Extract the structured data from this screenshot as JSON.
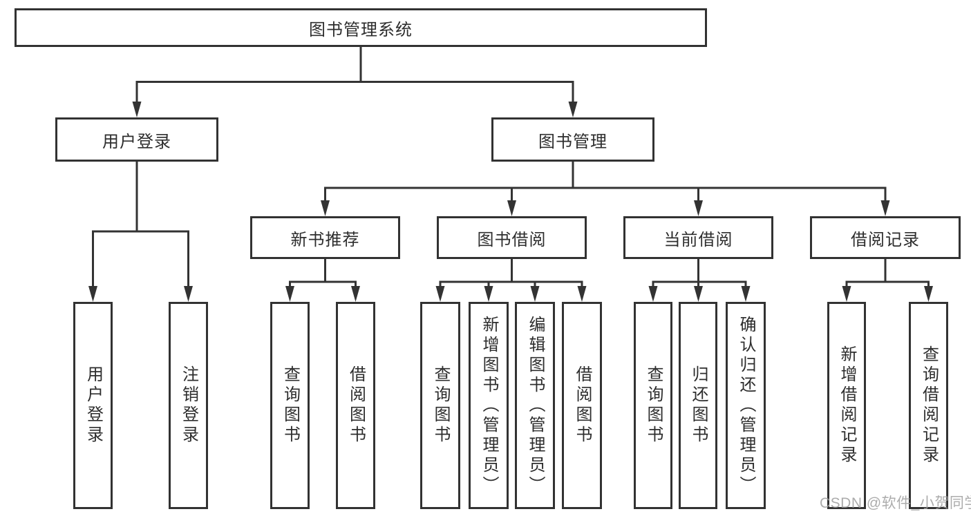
{
  "title": "图书管理系统",
  "tree": {
    "label": "图书管理系统",
    "children": [
      {
        "label": "用户登录",
        "children": [
          {
            "label": "用户登录"
          },
          {
            "label": "注销登录"
          }
        ]
      },
      {
        "label": "图书管理",
        "children": [
          {
            "label": "新书推荐",
            "children": [
              {
                "label": "查询图书"
              },
              {
                "label": "借阅图书"
              }
            ]
          },
          {
            "label": "图书借阅",
            "children": [
              {
                "label": "查询图书"
              },
              {
                "label": "新增图书（管理员）"
              },
              {
                "label": "编辑图书（管理员）"
              },
              {
                "label": "借阅图书"
              }
            ]
          },
          {
            "label": "当前借阅",
            "children": [
              {
                "label": "查询图书"
              },
              {
                "label": "归还图书"
              },
              {
                "label": "确认归还（管理员）"
              }
            ]
          },
          {
            "label": "借阅记录",
            "children": [
              {
                "label": "新增借阅记录"
              },
              {
                "label": "查询借阅记录"
              }
            ]
          }
        ]
      }
    ]
  },
  "watermark": {
    "text": "CSDN @软件_小贺同学"
  },
  "colors": {
    "line": "#333333",
    "border": "#323232",
    "text": "#2d2d2d",
    "background": "#ffffff",
    "watermark": "#9e9e9e"
  }
}
